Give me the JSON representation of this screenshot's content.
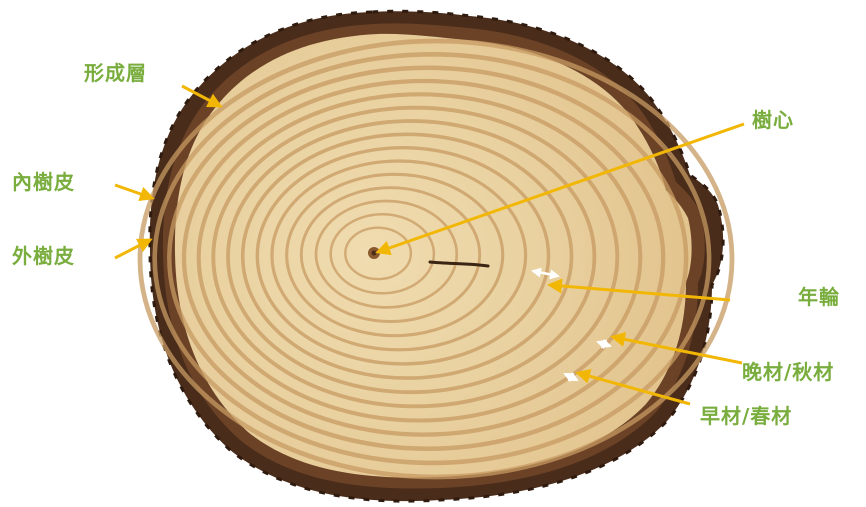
{
  "labels": {
    "cambium": "形成層",
    "inner_bark": "內樹皮",
    "outer_bark": "外樹皮",
    "pith": "樹心",
    "annual_ring": "年輪",
    "latewood": "晚材/秋材",
    "earlywood": "早材/春材"
  },
  "colors": {
    "label_text": "#79ad3e",
    "pointer_arrow": "#f2b705",
    "bark": "#4a2c1b",
    "earlywood": "#ecd7a8",
    "latewood": "#c79a62",
    "background": "#ffffff"
  },
  "ring_count": 15
}
